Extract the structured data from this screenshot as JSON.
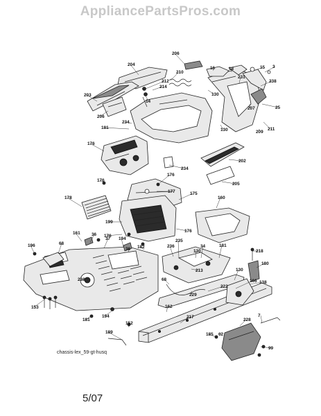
{
  "watermark": "AppliancePartsPros.com",
  "caption": "chassis-lex_59-gt-husq",
  "date": "5/07",
  "callouts": [
    "204",
    "206",
    "3",
    "15",
    "16",
    "18",
    "210",
    "212",
    "214",
    "14",
    "130",
    "231",
    "238",
    "203",
    "206",
    "234",
    "181",
    "207",
    "25",
    "130",
    "209",
    "211",
    "176",
    "202",
    "234",
    "205",
    "176",
    "176",
    "177",
    "175",
    "160",
    "178",
    "199",
    "176",
    "176",
    "161",
    "36",
    "37",
    "194",
    "36",
    "182",
    "235",
    "34",
    "181",
    "196",
    "68",
    "236",
    "130",
    "213",
    "218",
    "180",
    "130",
    "138",
    "238",
    "166",
    "68",
    "222",
    "153",
    "229",
    "162",
    "181",
    "194",
    "217",
    "7",
    "152",
    "228",
    "185",
    "62",
    "99",
    "189"
  ]
}
